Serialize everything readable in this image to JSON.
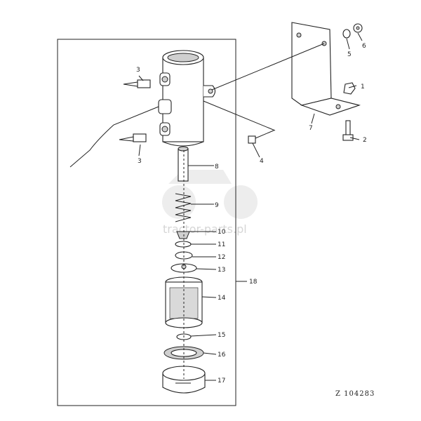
{
  "callouts": [
    "1",
    "2",
    "3",
    "3",
    "4",
    "5",
    "6",
    "7",
    "8",
    "9",
    "10",
    "11",
    "12",
    "13",
    "14",
    "15",
    "16",
    "17",
    "18"
  ],
  "drawing_code": "Z 104283",
  "watermark": "tractor-parts.pl"
}
